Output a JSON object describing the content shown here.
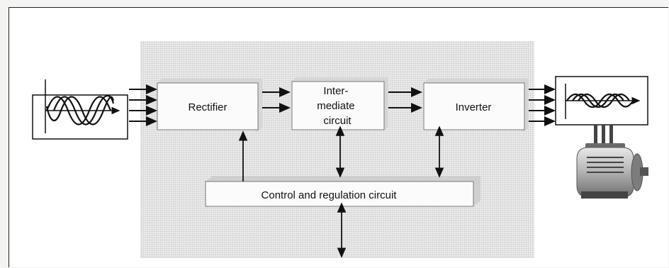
{
  "blocks": {
    "rectifier": "Rectifier",
    "intermediate": [
      "Inter-",
      "mediate",
      "circuit"
    ],
    "inverter": "Inverter",
    "control": "Control and regulation circuit"
  },
  "colors": {
    "line": "#111111",
    "box_fill": "#fbfbfb",
    "box_edge": "#777777",
    "backdrop": "#eaeaea"
  },
  "icons": {
    "input": "ac-sine-waveform-icon",
    "output": "ac-sine-waveform-icon",
    "motor": "electric-motor-icon"
  }
}
